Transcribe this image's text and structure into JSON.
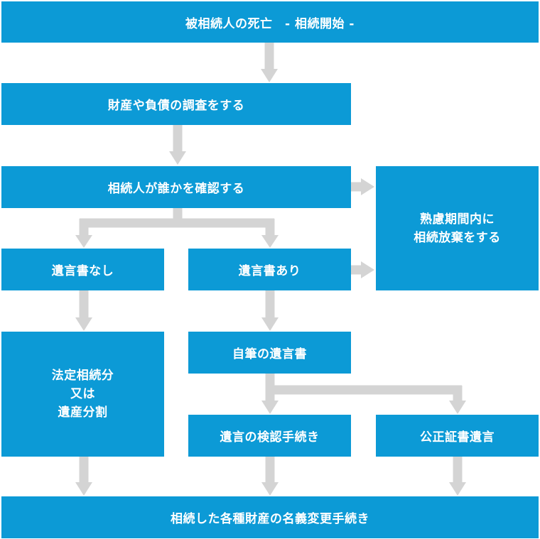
{
  "flow": {
    "start": "被相続人の死亡　- 相続開始 -",
    "investigate": "財産や負債の調査をする",
    "confirm_heirs": "相続人が誰かを確認する",
    "renounce": [
      "熟慮期間内に",
      "相続放棄をする"
    ],
    "no_will": "遺言書なし",
    "has_will": "遺言書あり",
    "statutory": [
      "法定相続分",
      "又は",
      "遺産分割"
    ],
    "holographic": "自筆の遺言書",
    "probate": "遺言の検認手続き",
    "notarized": "公正証書遺言",
    "transfer": "相続した各種財産の名義変更手続き"
  },
  "colors": {
    "box": "#0c9ad6",
    "arrow": "#d4d4d4",
    "text": "#ffffff"
  }
}
